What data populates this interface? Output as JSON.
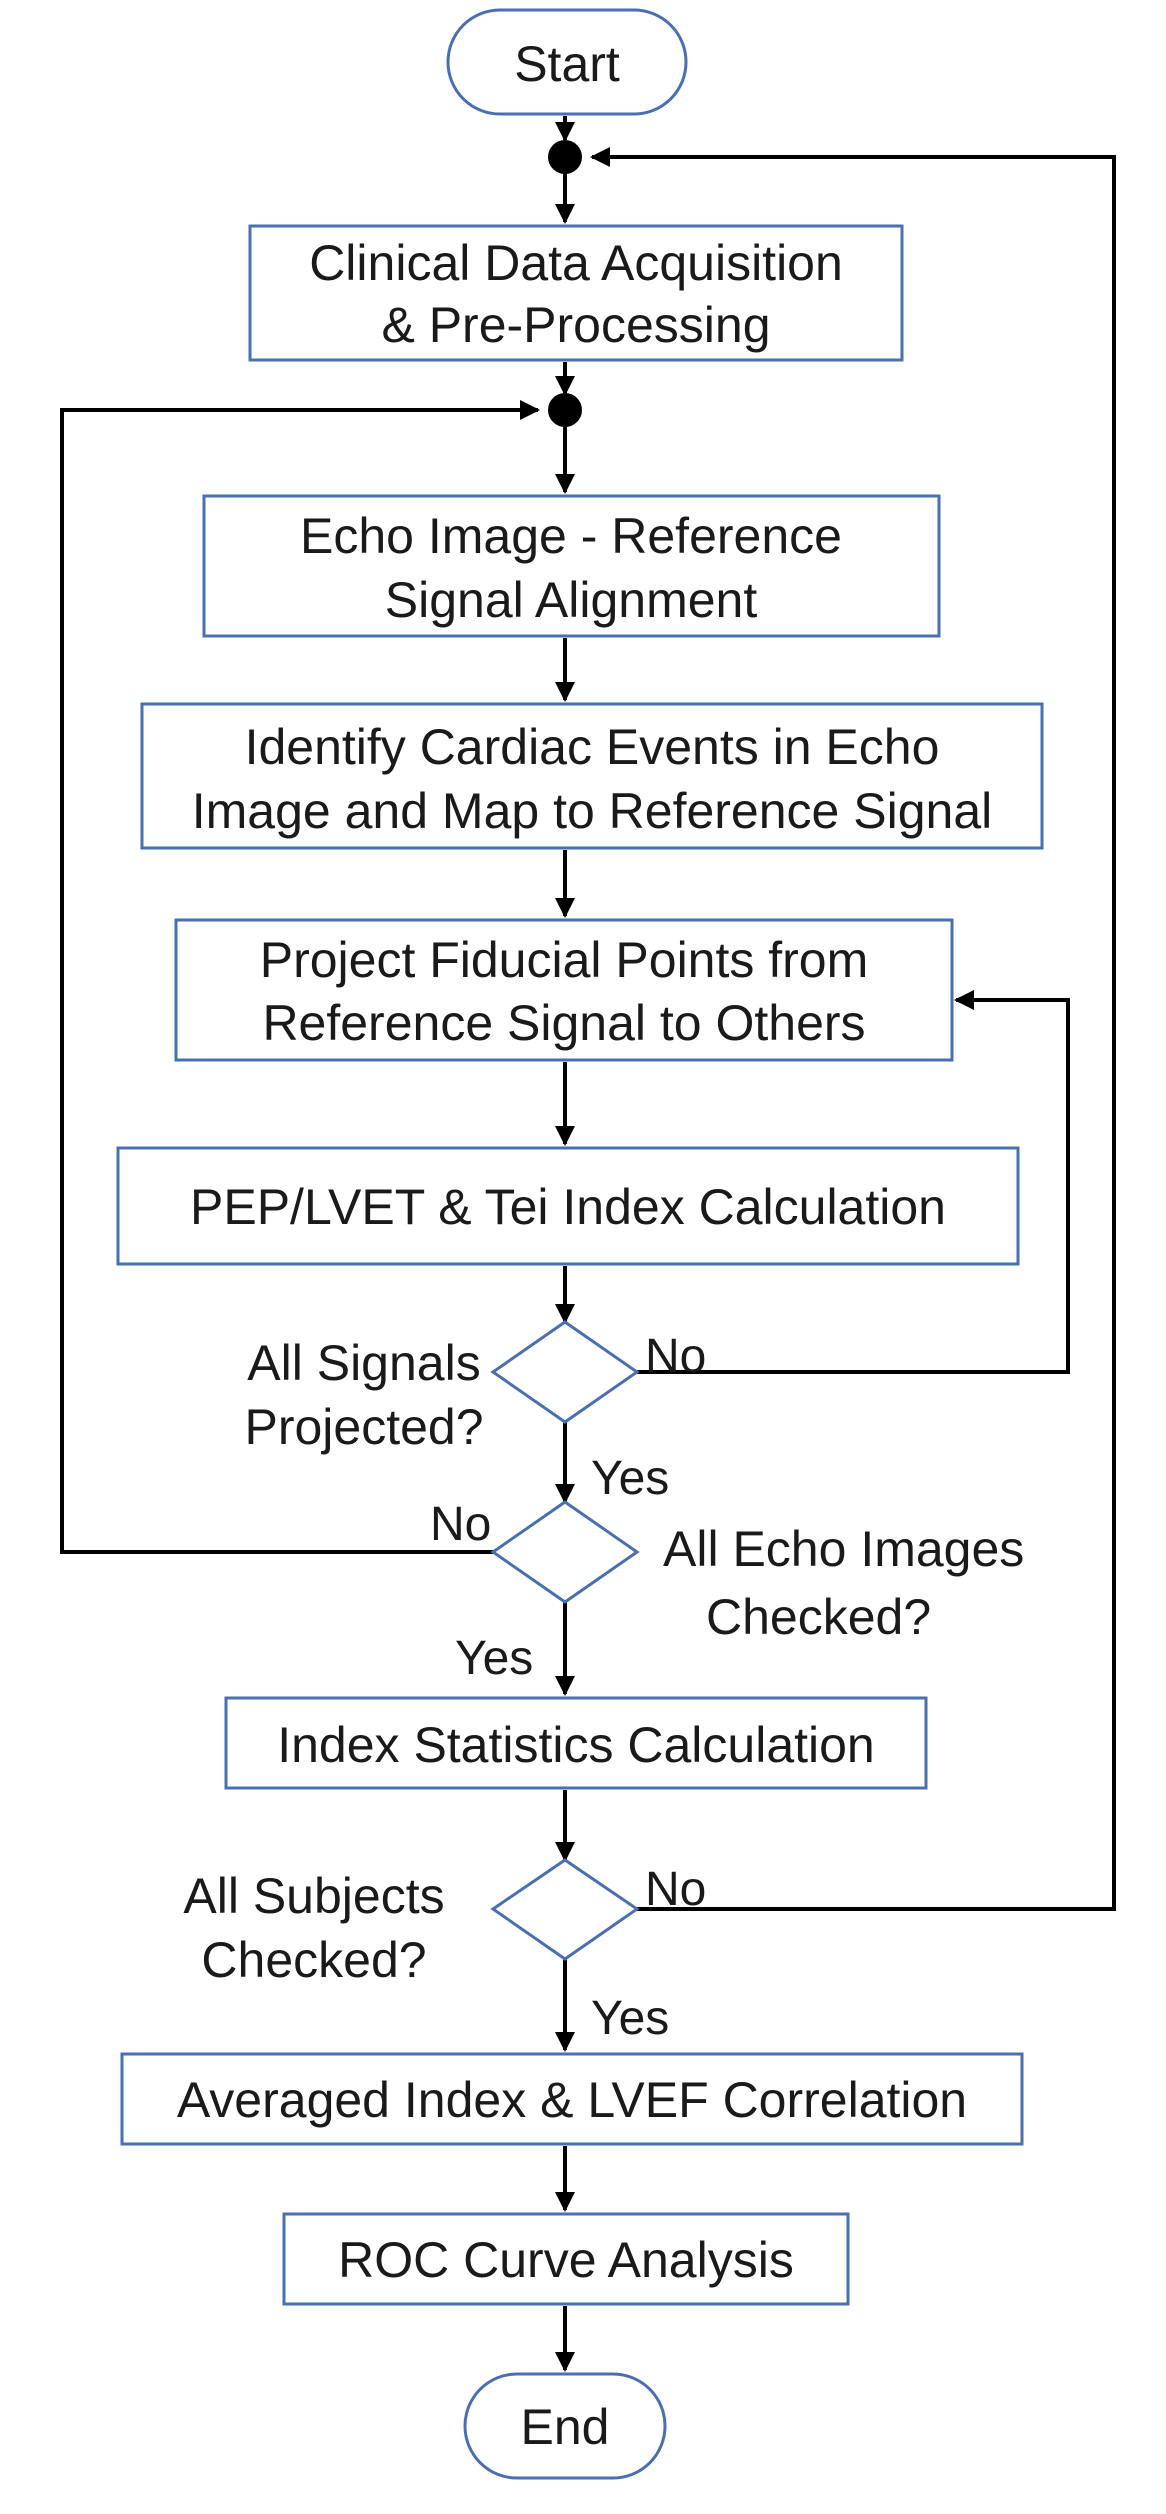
{
  "nodes": {
    "start": "Start",
    "acquisition": [
      "Clinical Data Acquisition",
      "& Pre-Processing"
    ],
    "alignment": [
      "Echo Image - Reference",
      "Signal Alignment"
    ],
    "identify": [
      "Identify Cardiac Events in Echo",
      "Image and Map to Reference Signal"
    ],
    "project": [
      "Project Fiducial Points from",
      "Reference Signal to Others"
    ],
    "pep_calc": "PEP/LVET & Tei Index Calculation",
    "decision_signals": [
      "All Signals",
      "Projected?"
    ],
    "decision_echo": [
      "All Echo Images",
      "Checked?"
    ],
    "stats": "Index Statistics Calculation",
    "decision_subjects": [
      "All Subjects",
      "Checked?"
    ],
    "correlation": "Averaged Index & LVEF Correlation",
    "roc": "ROC Curve Analysis",
    "end": "End"
  },
  "branch_labels": {
    "signals_no": "No",
    "signals_yes": "Yes",
    "echo_no": "No",
    "echo_yes": "Yes",
    "subjects_no": "No",
    "subjects_yes": "Yes"
  },
  "colors": {
    "box_border": "#4a6fb0",
    "connector": "#000000",
    "text": "#1a1a1a"
  }
}
